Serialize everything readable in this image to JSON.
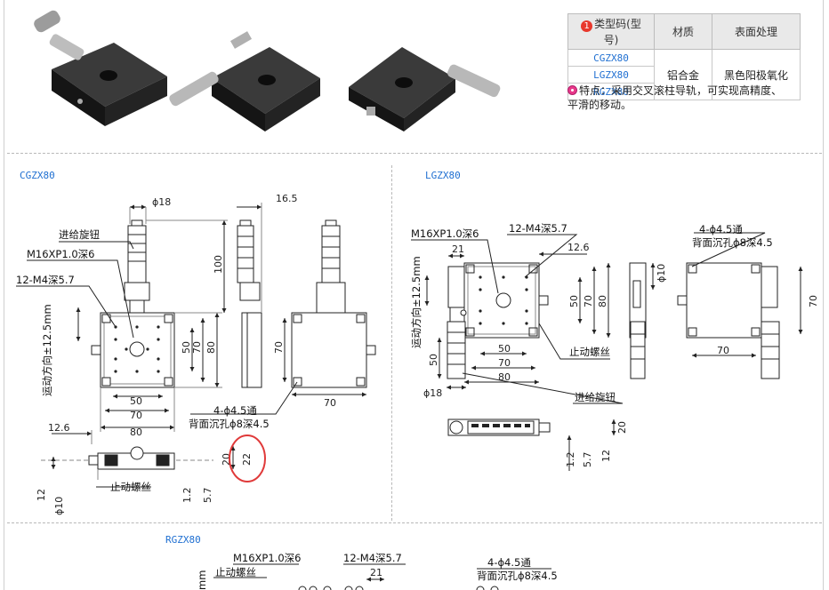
{
  "spec_table": {
    "badge": "1",
    "headers": [
      "类型码(型号)",
      "材质",
      "表面处理"
    ],
    "codes": [
      "CGZX80",
      "LGZX80",
      "RGZX80"
    ],
    "material": "铝合金",
    "surface": "黑色阳极氧化"
  },
  "feature": {
    "text": "特点：采用交叉滚柱导轨，可实现高精度、平滑的移动。"
  },
  "sections": {
    "cgzx": "CGZX80",
    "lgzx": "LGZX80",
    "rgzx": "RGZX80"
  },
  "cg": {
    "knob": "进给旋钮",
    "thread": "M16XP1.0深6",
    "tap": "12-M4深5.7",
    "motion": "运动方向±12.5mm",
    "d18": "ϕ18",
    "d165": "16.5",
    "d100": "100",
    "d50": "50",
    "d70": "70",
    "d80": "80",
    "d50h": "50",
    "d70h": "70",
    "d80h": "80",
    "d126": "12.6",
    "side70": "70",
    "side70b": "70",
    "holes": "4-ϕ4.5通",
    "cbore": "背面沉孔ϕ8深4.5",
    "stop": "止动螺丝",
    "d20": "20",
    "d22": "22",
    "d12": "12",
    "d10": "ϕ10",
    "d12b": "1.2",
    "d57": "5.7"
  },
  "lg": {
    "thread": "M16XP1.0深6",
    "tap": "12-M4深5.7",
    "motion": "运动方向±12.5mm",
    "d21": "21",
    "d126": "12.6",
    "d50": "50",
    "d70": "70",
    "d80": "80",
    "d50h": "50",
    "d70h": "70",
    "d80h": "80",
    "d50v": "50",
    "d18": "ϕ18",
    "stop": "止动螺丝",
    "knob": "进给旋钮",
    "holes": "4-ϕ4.5通",
    "cbore": "背面沉孔ϕ8深4.5",
    "d10": "ϕ10",
    "side70": "70",
    "side70v": "70",
    "d20": "20",
    "d12": "1.2",
    "d57": "5.7",
    "d12b": "12"
  },
  "rg": {
    "thread": "M16XP1.0深6",
    "tap": "12-M4深5.7",
    "stop": "止动螺丝",
    "d21": "21",
    "motion": "mm",
    "holes": "4-ϕ4.5通",
    "cbore": "背面沉孔ϕ8深4.5"
  },
  "colors": {
    "accent": "#1f6fd1",
    "highlight": "#e03a3a",
    "badge": "#e8382c"
  }
}
